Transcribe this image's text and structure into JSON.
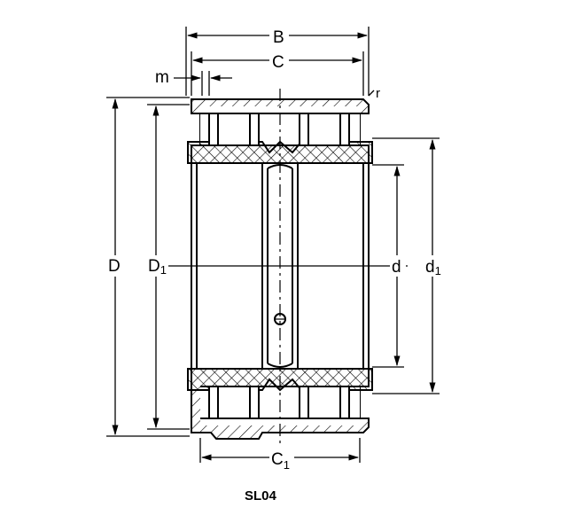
{
  "drawing": {
    "labels": {
      "B": "B",
      "C": "C",
      "m": "m",
      "r": "r",
      "D": "D",
      "D1": "D",
      "D1_sub": "1",
      "d": "d",
      "d1": "d",
      "d1_sub": "1",
      "C1": "C",
      "C1_sub": "1"
    },
    "caption": "SL04"
  }
}
